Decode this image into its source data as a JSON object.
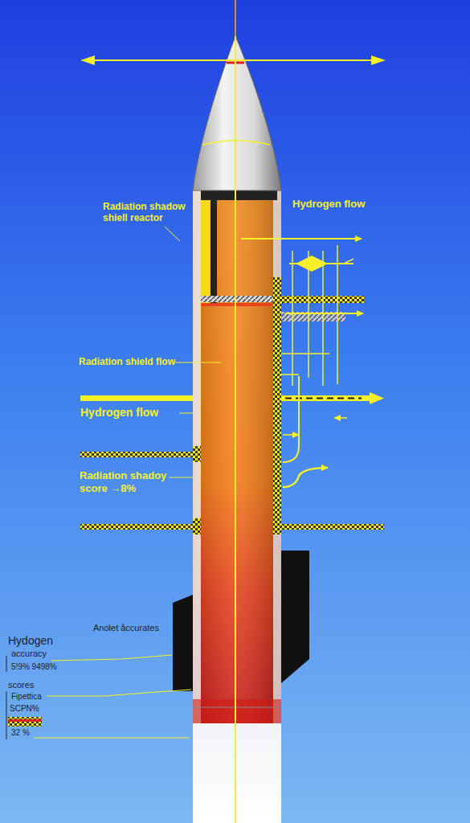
{
  "diagram": {
    "labels": [
      "Radiation shadow shiell reactor",
      "Hydrogen flow",
      "Radiation shield flow",
      "Hydrogen flow",
      "Radiation shadoy score →8%",
      "Anolet åccurates",
      "Hydogen",
      "accuracy",
      "5!9% 9498%",
      "scores",
      "Fipettica",
      "SCPN%",
      "32 %"
    ]
  }
}
